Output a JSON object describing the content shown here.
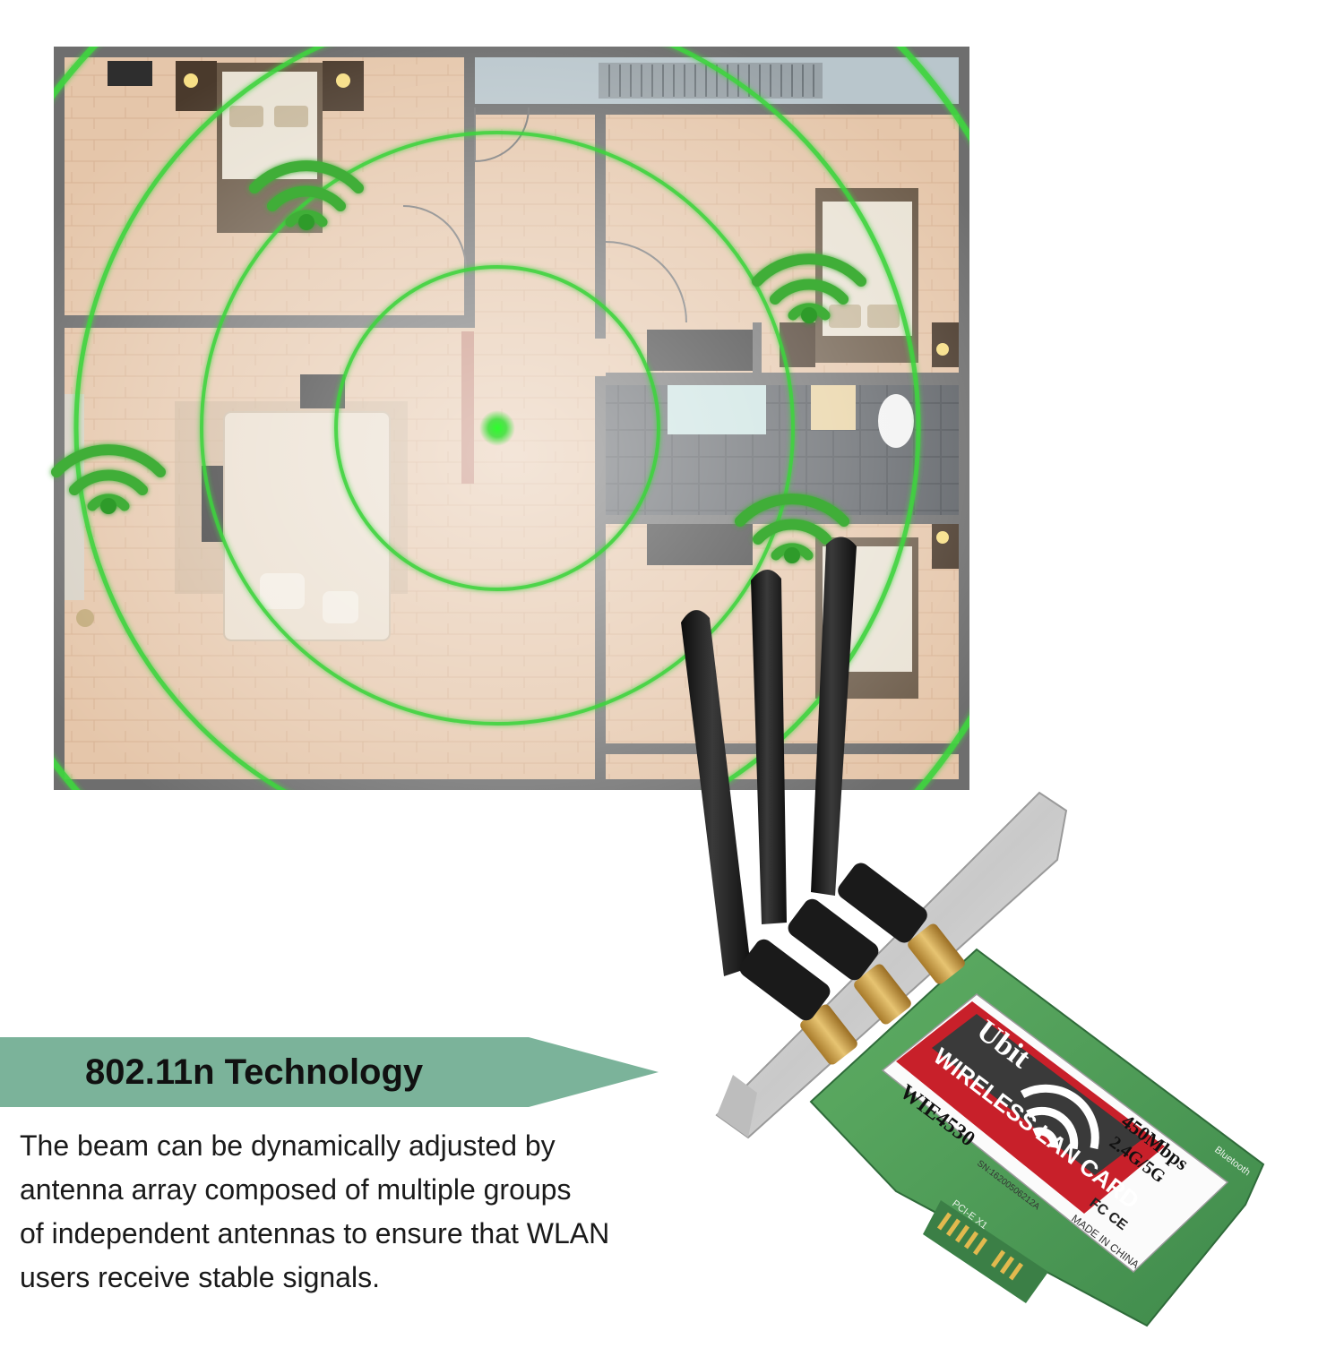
{
  "feature": {
    "title": "802.11n Technology",
    "description_lines": [
      "The beam can be dynamically adjusted by",
      "antenna array composed of multiple groups",
      "of independent antennas to ensure that WLAN",
      "users receive stable signals."
    ]
  },
  "product_label": {
    "brand": "Ubit",
    "product_name": "WIRELESS LAN CARD",
    "model": "WIE4530",
    "speed": "450Mbps",
    "bands": "2.4G/5G",
    "serial": "SN:16200506212A",
    "origin": "MADE IN CHINA",
    "certifications": "FC CE",
    "interface": "PCI-E X1",
    "board_marking": "Bluetooth"
  },
  "colors": {
    "banner": "#7bb39a",
    "signal_green": "#3ccf3c",
    "floor_wood": "#e2c2a6",
    "wall": "#6b6b6b",
    "pcb_green": "#4f9f5a",
    "label_red": "#c8202a",
    "antenna": "#1c1c1c",
    "bracket": "#d9d9d9"
  },
  "icons": [
    "wifi-signal-icon",
    "access-point-icon"
  ]
}
